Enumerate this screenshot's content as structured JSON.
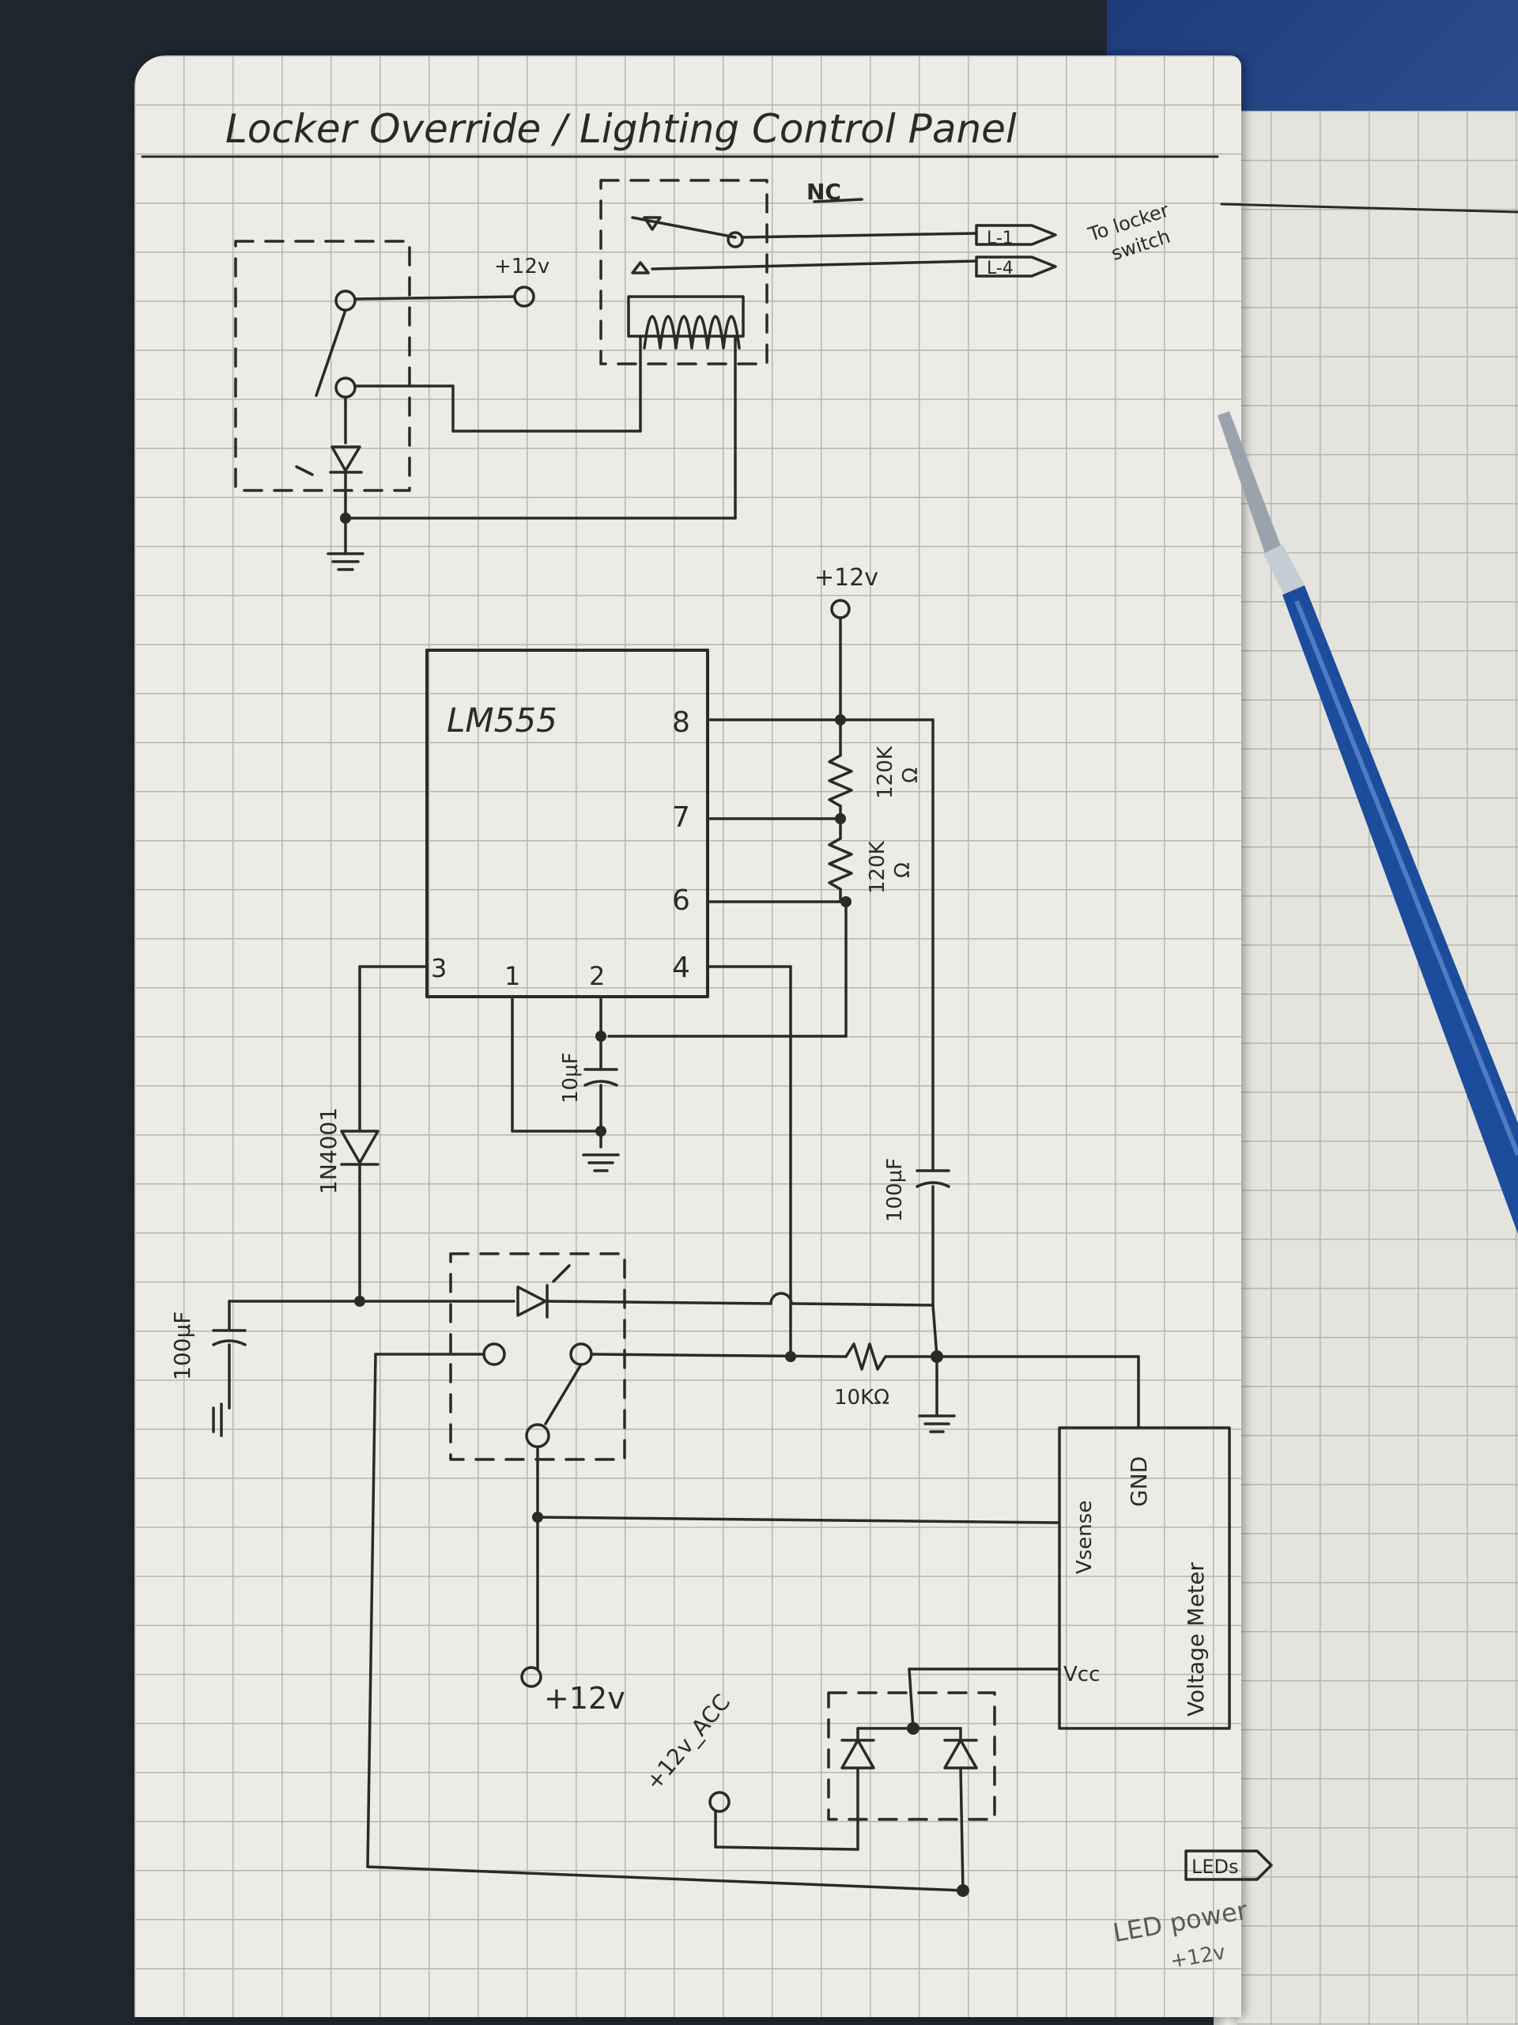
{
  "page": {
    "title": "Locker Override / Lighting Control Panel"
  },
  "relay_section": {
    "supply_label": "+12v",
    "nc_label": "NC",
    "connector_1": "L-1",
    "connector_2": "L-4",
    "connector_note_line1": "To locker",
    "connector_note_line2": "switch"
  },
  "timer_section": {
    "supply_label": "+12v",
    "ic_label": "LM555",
    "pins": {
      "p8": "8",
      "p7": "7",
      "p6": "6",
      "p4": "4",
      "p3": "3",
      "p1": "1",
      "p2": "2"
    },
    "r1_value": "120K",
    "r1_unit": "Ω",
    "r2_value": "120K",
    "r2_unit": "Ω",
    "c_timing": "10µF",
    "c_supply": "100µF",
    "diode": "1N4001",
    "c_hold": "100µF",
    "r_pull": "10KΩ",
    "supply2_label": "+12v",
    "acc_label": "+12v_ACC",
    "meter_label": "Voltage Meter",
    "meter_gnd": "GND",
    "meter_vsense": "Vsense",
    "meter_vcc": "Vcc",
    "leds_label": "LEDs",
    "led_power_line1": "LED power",
    "led_power_line2": "+12v"
  },
  "colors": {
    "ink": "#2a2a2a",
    "paper": "#ecebe6",
    "grid": "#b7b5b0",
    "pencil": "#1c4c9c"
  }
}
